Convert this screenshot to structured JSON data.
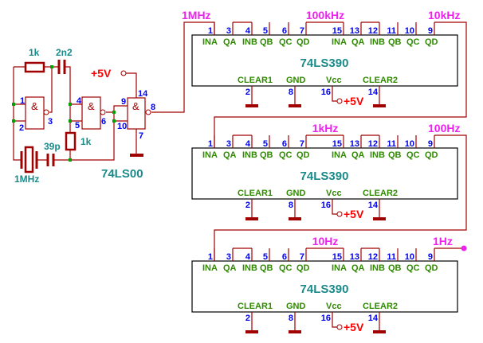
{
  "oscillator": {
    "r1": "1k",
    "c1": "2n2",
    "c2": "39p",
    "r2": "1k",
    "crystal": "1MHz",
    "ic": "74LS00",
    "vcc": "+5V",
    "gate_symbol": "&",
    "pins": {
      "p1": "1",
      "p2": "2",
      "p3": "3",
      "p4": "4",
      "p5": "5",
      "p6": "6",
      "p9": "9",
      "p10": "10",
      "p8": "8",
      "p14": "14",
      "p7": "7"
    }
  },
  "counter_pinout": {
    "top": [
      {
        "num": "1",
        "name": "INA"
      },
      {
        "num": "3",
        "name": "QA"
      },
      {
        "num": "4",
        "name": "INB"
      },
      {
        "num": "5",
        "name": "QB"
      },
      {
        "num": "6",
        "name": "QC"
      },
      {
        "num": "7",
        "name": "QD"
      },
      {
        "num": "15",
        "name": "INA"
      },
      {
        "num": "13",
        "name": "QA"
      },
      {
        "num": "12",
        "name": "INB"
      },
      {
        "num": "11",
        "name": "QB"
      },
      {
        "num": "10",
        "name": "QC"
      },
      {
        "num": "9",
        "name": "QD"
      }
    ],
    "bottom": [
      {
        "num": "2",
        "name": "CLEAR1"
      },
      {
        "num": "8",
        "name": "GND"
      },
      {
        "num": "16",
        "name": "Vcc"
      },
      {
        "num": "14",
        "name": "CLEAR2"
      }
    ]
  },
  "counters": [
    {
      "ic": "74LS390",
      "vcc": "+5V",
      "input_freq": "1MHz",
      "mid_freq": "100kHz",
      "out_freq": "10kHz"
    },
    {
      "ic": "74LS390",
      "vcc": "+5V",
      "input_freq": "",
      "mid_freq": "1kHz",
      "out_freq": "100Hz"
    },
    {
      "ic": "74LS390",
      "vcc": "+5V",
      "input_freq": "",
      "mid_freq": "10Hz",
      "out_freq": "1Hz"
    }
  ],
  "colors": {
    "wire": "#a00000",
    "frequency": "#ee22ee",
    "supply": "#ff0000",
    "pin_number": "#0000ee",
    "pin_name": "#2f8a00",
    "part_label": "#1a8a8a",
    "junction": "#00a000"
  }
}
